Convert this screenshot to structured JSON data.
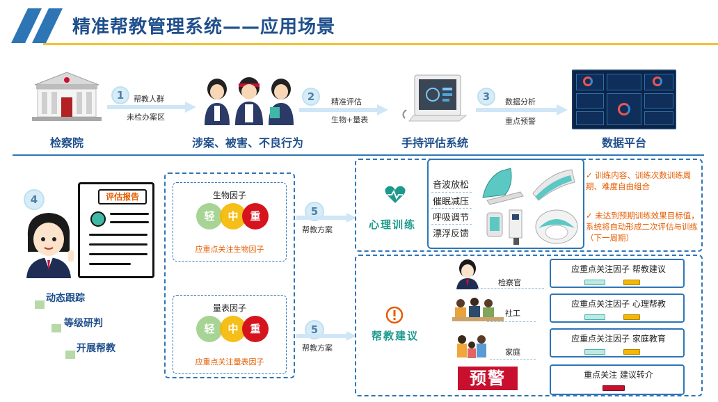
{
  "header": {
    "title": "精准帮教管理系统——应用场景"
  },
  "flow": {
    "nodes": [
      {
        "caption": "检察院",
        "icon": "court-building-icon"
      },
      {
        "caption": "涉案、被害、不良行为",
        "icon": "students-icon"
      },
      {
        "caption": "手持评估系统",
        "icon": "tablet-device-icon"
      },
      {
        "caption": "数据平台",
        "icon": "dashboard-screen-icon"
      }
    ],
    "steps": [
      {
        "number": "1",
        "line1": "帮教人群",
        "line2": "未检办案区"
      },
      {
        "number": "2",
        "line1": "精准评估",
        "line2": "生物+量表"
      },
      {
        "number": "3",
        "line1": "数据分析",
        "line2": "重点预警"
      }
    ]
  },
  "left": {
    "step_number": "4",
    "report_label": "评估报告",
    "items": [
      "动态跟踪",
      "等级研判",
      "开展帮教"
    ]
  },
  "factors": {
    "bio": {
      "title": "生物因子",
      "levels": [
        "轻",
        "中",
        "重"
      ],
      "note": "应重点关注生物因子"
    },
    "scale": {
      "title": "量表因子",
      "levels": [
        "轻",
        "中",
        "重"
      ],
      "note": "应重点关注量表因子"
    },
    "plan_number": "5",
    "plan_label": "帮教方案",
    "level_colors": {
      "light": "#9ed08a",
      "medium": "#f5b800",
      "heavy": "#d6141e"
    }
  },
  "training": {
    "title": "心理训练",
    "items": [
      "音波放松",
      "催眠减压",
      "呼吸调节",
      "漂浮反馈"
    ],
    "notes": [
      "✓ 训练内容、训练次数训练周期、难度自由组合",
      "✓ 未达到预期训练效果目标值，系统将自动形成二次评估与训练（下一周期）"
    ]
  },
  "advice": {
    "title": "帮教建议",
    "roles": [
      "检察官",
      "社工",
      "家庭"
    ],
    "boxes": [
      "应重点关注因子  帮教建议",
      "应重点关注因子  心理帮教",
      "应重点关注因子    家庭教育",
      "重点关注    建议转介"
    ],
    "warning": "预警",
    "colors": {
      "teal": "#bfe8e3",
      "yellow": "#f5b800",
      "red": "#c8102e"
    }
  }
}
